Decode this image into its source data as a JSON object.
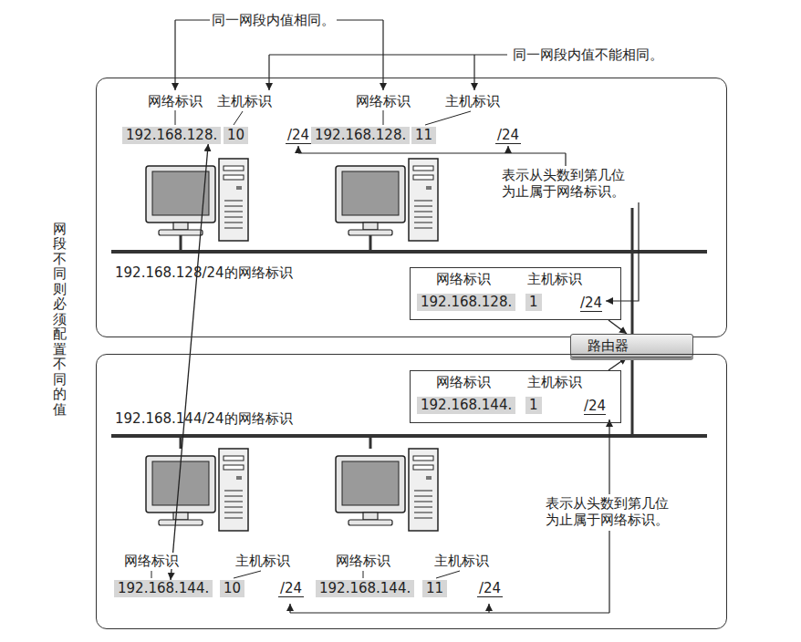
{
  "diagram": {
    "nodes": [
      {
        "text": [
          "192.168.128/24的网络标识"
        ]
      },
      {
        "text": [
          "192.168.128."
        ],
        "in": 0
      },
      {
        "text": [
          "10"
        ],
        "in": 0
      },
      {
        "text": [
          "192.168.128."
        ],
        "in": 0
      },
      {
        "text": [
          "11"
        ],
        "in": 0
      },
      {
        "text": [
          "网络标识",
          "主机标识",
          "/24"
        ],
        "in": 0
      },
      {
        "text": [
          "192.168.128."
        ],
        "in": 5
      },
      {
        "text": [
          "1"
        ],
        "in": 5
      },
      {
        "text": [
          "路由器"
        ]
      },
      {
        "text": [
          "192.168.144/24的网络标识"
        ]
      },
      {
        "text": [
          "网络标识",
          "主机标识",
          "/24"
        ],
        "in": 9
      },
      {
        "text": [
          "192.168.144."
        ],
        "in": 10
      },
      {
        "text": [
          "1"
        ],
        "in": 10
      },
      {
        "text": [
          "192.168.144."
        ],
        "in": 9
      },
      {
        "text": [
          "10"
        ],
        "in": 9
      },
      {
        "text": [
          "192.168.144."
        ],
        "in": 9
      },
      {
        "text": [
          "11"
        ],
        "in": 9
      }
    ],
    "edges": [
      {
        "from": 5,
        "to": 8,
        "arrow": "to"
      },
      {
        "from": 10,
        "to": 8,
        "arrow": "to"
      },
      {
        "from": 1,
        "to": 13,
        "arrow": "both",
        "label": "网段不同则必须配置不同的值"
      }
    ],
    "labels": [
      "同一网段内值相同。",
      "同一网段内值不能相同。",
      "网络标识",
      "主机标识",
      "/24",
      "网络标识",
      "主机标识",
      "/24",
      "表示从头数到第几位为止属于网络标识。",
      "表示从头数到第几位为止属于网络标识。",
      "网络标识",
      "主机标识",
      "/24",
      "网络标识",
      "主机标识",
      "/24"
    ]
  }
}
